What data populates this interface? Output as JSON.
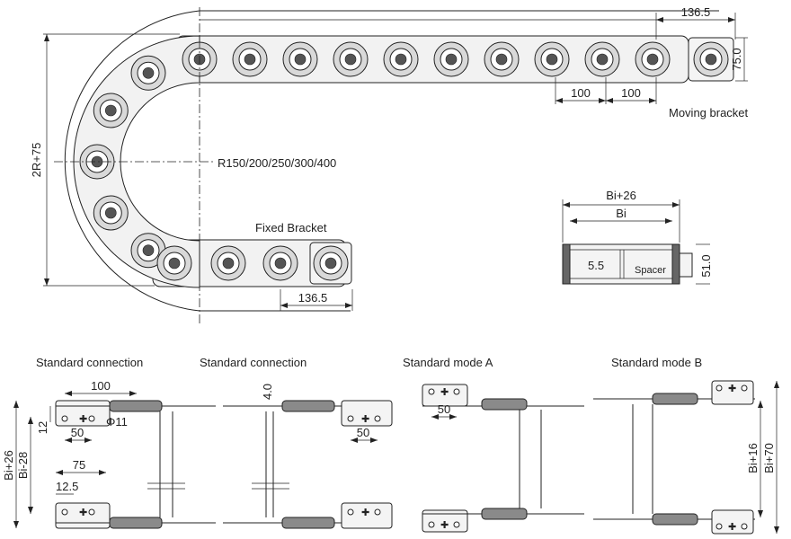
{
  "top_view": {
    "labels": {
      "moving_bracket": "Moving bracket",
      "fixed_bracket": "Fixed Bracket",
      "radius": "R150/200/250/300/400",
      "height": "2R+75",
      "top_offset": "136.5",
      "bottom_offset": "136.5",
      "pitch_1": "100",
      "pitch_2": "100",
      "link_height": "75.0"
    }
  },
  "section_view": {
    "labels": {
      "outer_width": "Bi+26",
      "inner_width": "Bi",
      "spacer_gap": "5.5",
      "spacer": "Spacer",
      "height": "51.0"
    }
  },
  "connections": [
    {
      "title": "Standard connection",
      "labels": {
        "spacing": "100",
        "hole": "Φ11",
        "offset": "50",
        "edge": "12",
        "outer": "Bi+26",
        "inner": "Bi-28",
        "half": "75",
        "inset": "12.5"
      }
    },
    {
      "title": "Standard connection",
      "labels": {
        "thickness": "4.0",
        "offset": "50"
      }
    },
    {
      "title": "Standard mode A",
      "labels": {
        "offset": "50"
      }
    },
    {
      "title": "Standard mode B",
      "labels": {
        "inner": "Bi+16",
        "outer": "Bi+70"
      }
    }
  ]
}
